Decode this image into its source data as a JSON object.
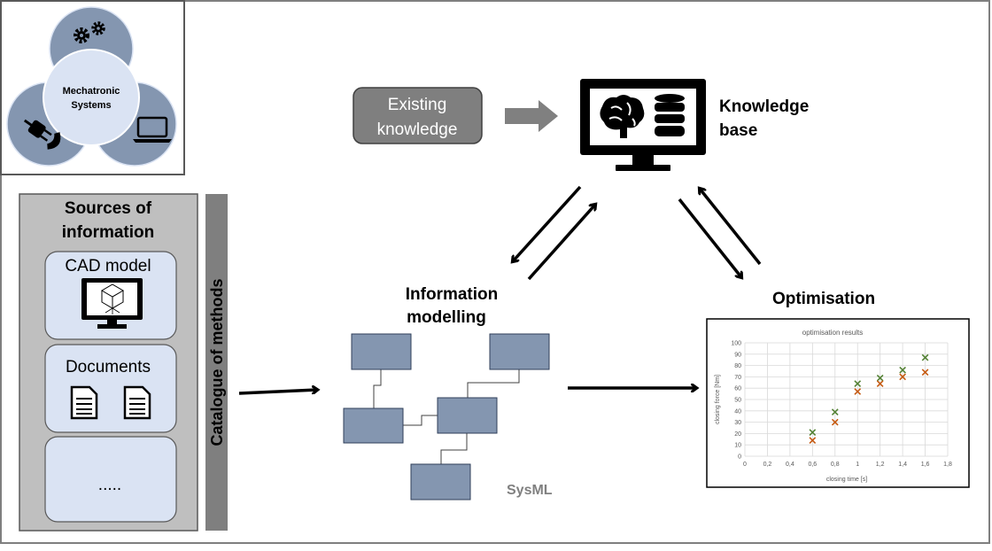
{
  "venn": {
    "center_label_line1": "Mechatronic",
    "center_label_line2": "Systems",
    "icons": [
      "gears-icon",
      "plug-icon",
      "laptop-icon"
    ]
  },
  "existing_knowledge": {
    "line1": "Existing",
    "line2": "knowledge"
  },
  "knowledge_base": {
    "line1": "Knowledge",
    "line2": "base",
    "icons": [
      "brain-icon",
      "database-icon",
      "monitor-icon"
    ]
  },
  "sources": {
    "title_line1": "Sources of",
    "title_line2": "information",
    "items": [
      {
        "label": "CAD model",
        "icon": "cad-monitor-icon"
      },
      {
        "label": "Documents",
        "icon": "document-icon"
      },
      {
        "label": "....."
      }
    ]
  },
  "catalogue": {
    "label": "Catalogue of methods"
  },
  "information_modelling": {
    "line1": "Information",
    "line2": "modelling",
    "tag": "SysML"
  },
  "optimisation": {
    "title": "Optimisation"
  },
  "colors": {
    "venn_fill": "#8496b0",
    "block_fill": "#8496b0",
    "panel_gray": "#bfbfbf",
    "item_fill": "#dae3f3",
    "green": "#548235",
    "orange": "#c55a11"
  },
  "chart_data": {
    "type": "scatter",
    "title": "optimisation results",
    "xlabel": "closing time [s]",
    "ylabel": "closing force [Nm]",
    "xlim": [
      0,
      1.8
    ],
    "ylim": [
      0,
      100
    ],
    "x_ticks": [
      "0",
      "0,2",
      "0,4",
      "0,6",
      "0,8",
      "1",
      "1,2",
      "1,4",
      "1,6",
      "1,8"
    ],
    "y_ticks": [
      "0",
      "10",
      "20",
      "30",
      "40",
      "50",
      "60",
      "70",
      "80",
      "90",
      "100"
    ],
    "grid": true,
    "series": [
      {
        "color": "#548235",
        "x": [
          0.6,
          0.8,
          1.0,
          1.2,
          1.4,
          1.6
        ],
        "y": [
          21,
          39,
          64,
          69,
          76,
          87
        ]
      },
      {
        "color": "#c55a11",
        "x": [
          0.6,
          0.8,
          1.0,
          1.2,
          1.4,
          1.6
        ],
        "y": [
          14,
          30,
          57,
          64,
          70,
          74
        ]
      }
    ]
  }
}
